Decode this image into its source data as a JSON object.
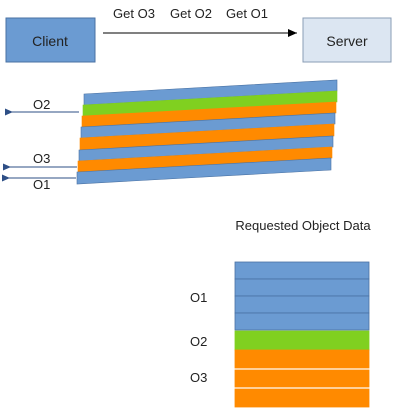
{
  "nodes": {
    "client": {
      "label": "Client",
      "fill": "#6b9bd2",
      "stroke": "#4a72a3"
    },
    "server": {
      "label": "Server",
      "fill": "#dce6f2",
      "stroke": "#8a9db5"
    }
  },
  "request": {
    "labels": [
      "Get O3",
      "Get O2",
      "Get O1"
    ]
  },
  "stream_labels": {
    "o2": "O2",
    "o3": "O3",
    "o1": "O1"
  },
  "requested": {
    "title": "Requested Object Data",
    "labels": {
      "o1": "O1",
      "o2": "O2",
      "o3": "O3"
    }
  },
  "colors": {
    "blue": "#6b9bd2",
    "blue_stroke": "#4a72a3",
    "green": "#80d020",
    "orange": "#ff8a00",
    "arrow": "#2e4f86"
  }
}
